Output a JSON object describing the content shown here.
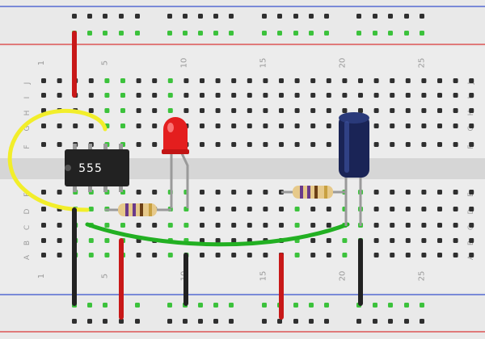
{
  "board": {
    "column_numbers": [
      "1",
      "5",
      "10",
      "15",
      "20",
      "25"
    ],
    "row_letters_top": [
      "J",
      "I",
      "H",
      "G",
      "F"
    ],
    "row_letters_bottom": [
      "E",
      "D",
      "C",
      "B",
      "A"
    ]
  },
  "chip": {
    "label": "555"
  },
  "colors": {
    "board": "#ececec",
    "rail_red": "#e07a7a",
    "rail_blue": "#7a8ad8",
    "hole": "#2f2f2f",
    "hole_active": "#3cc23c",
    "wire_red": "#c81818",
    "wire_black": "#222222",
    "wire_yellow": "#f2ee2a",
    "wire_green": "#22b022",
    "led": "#e41e1e",
    "capacitor": "#1a2456",
    "chip": "#222222"
  }
}
